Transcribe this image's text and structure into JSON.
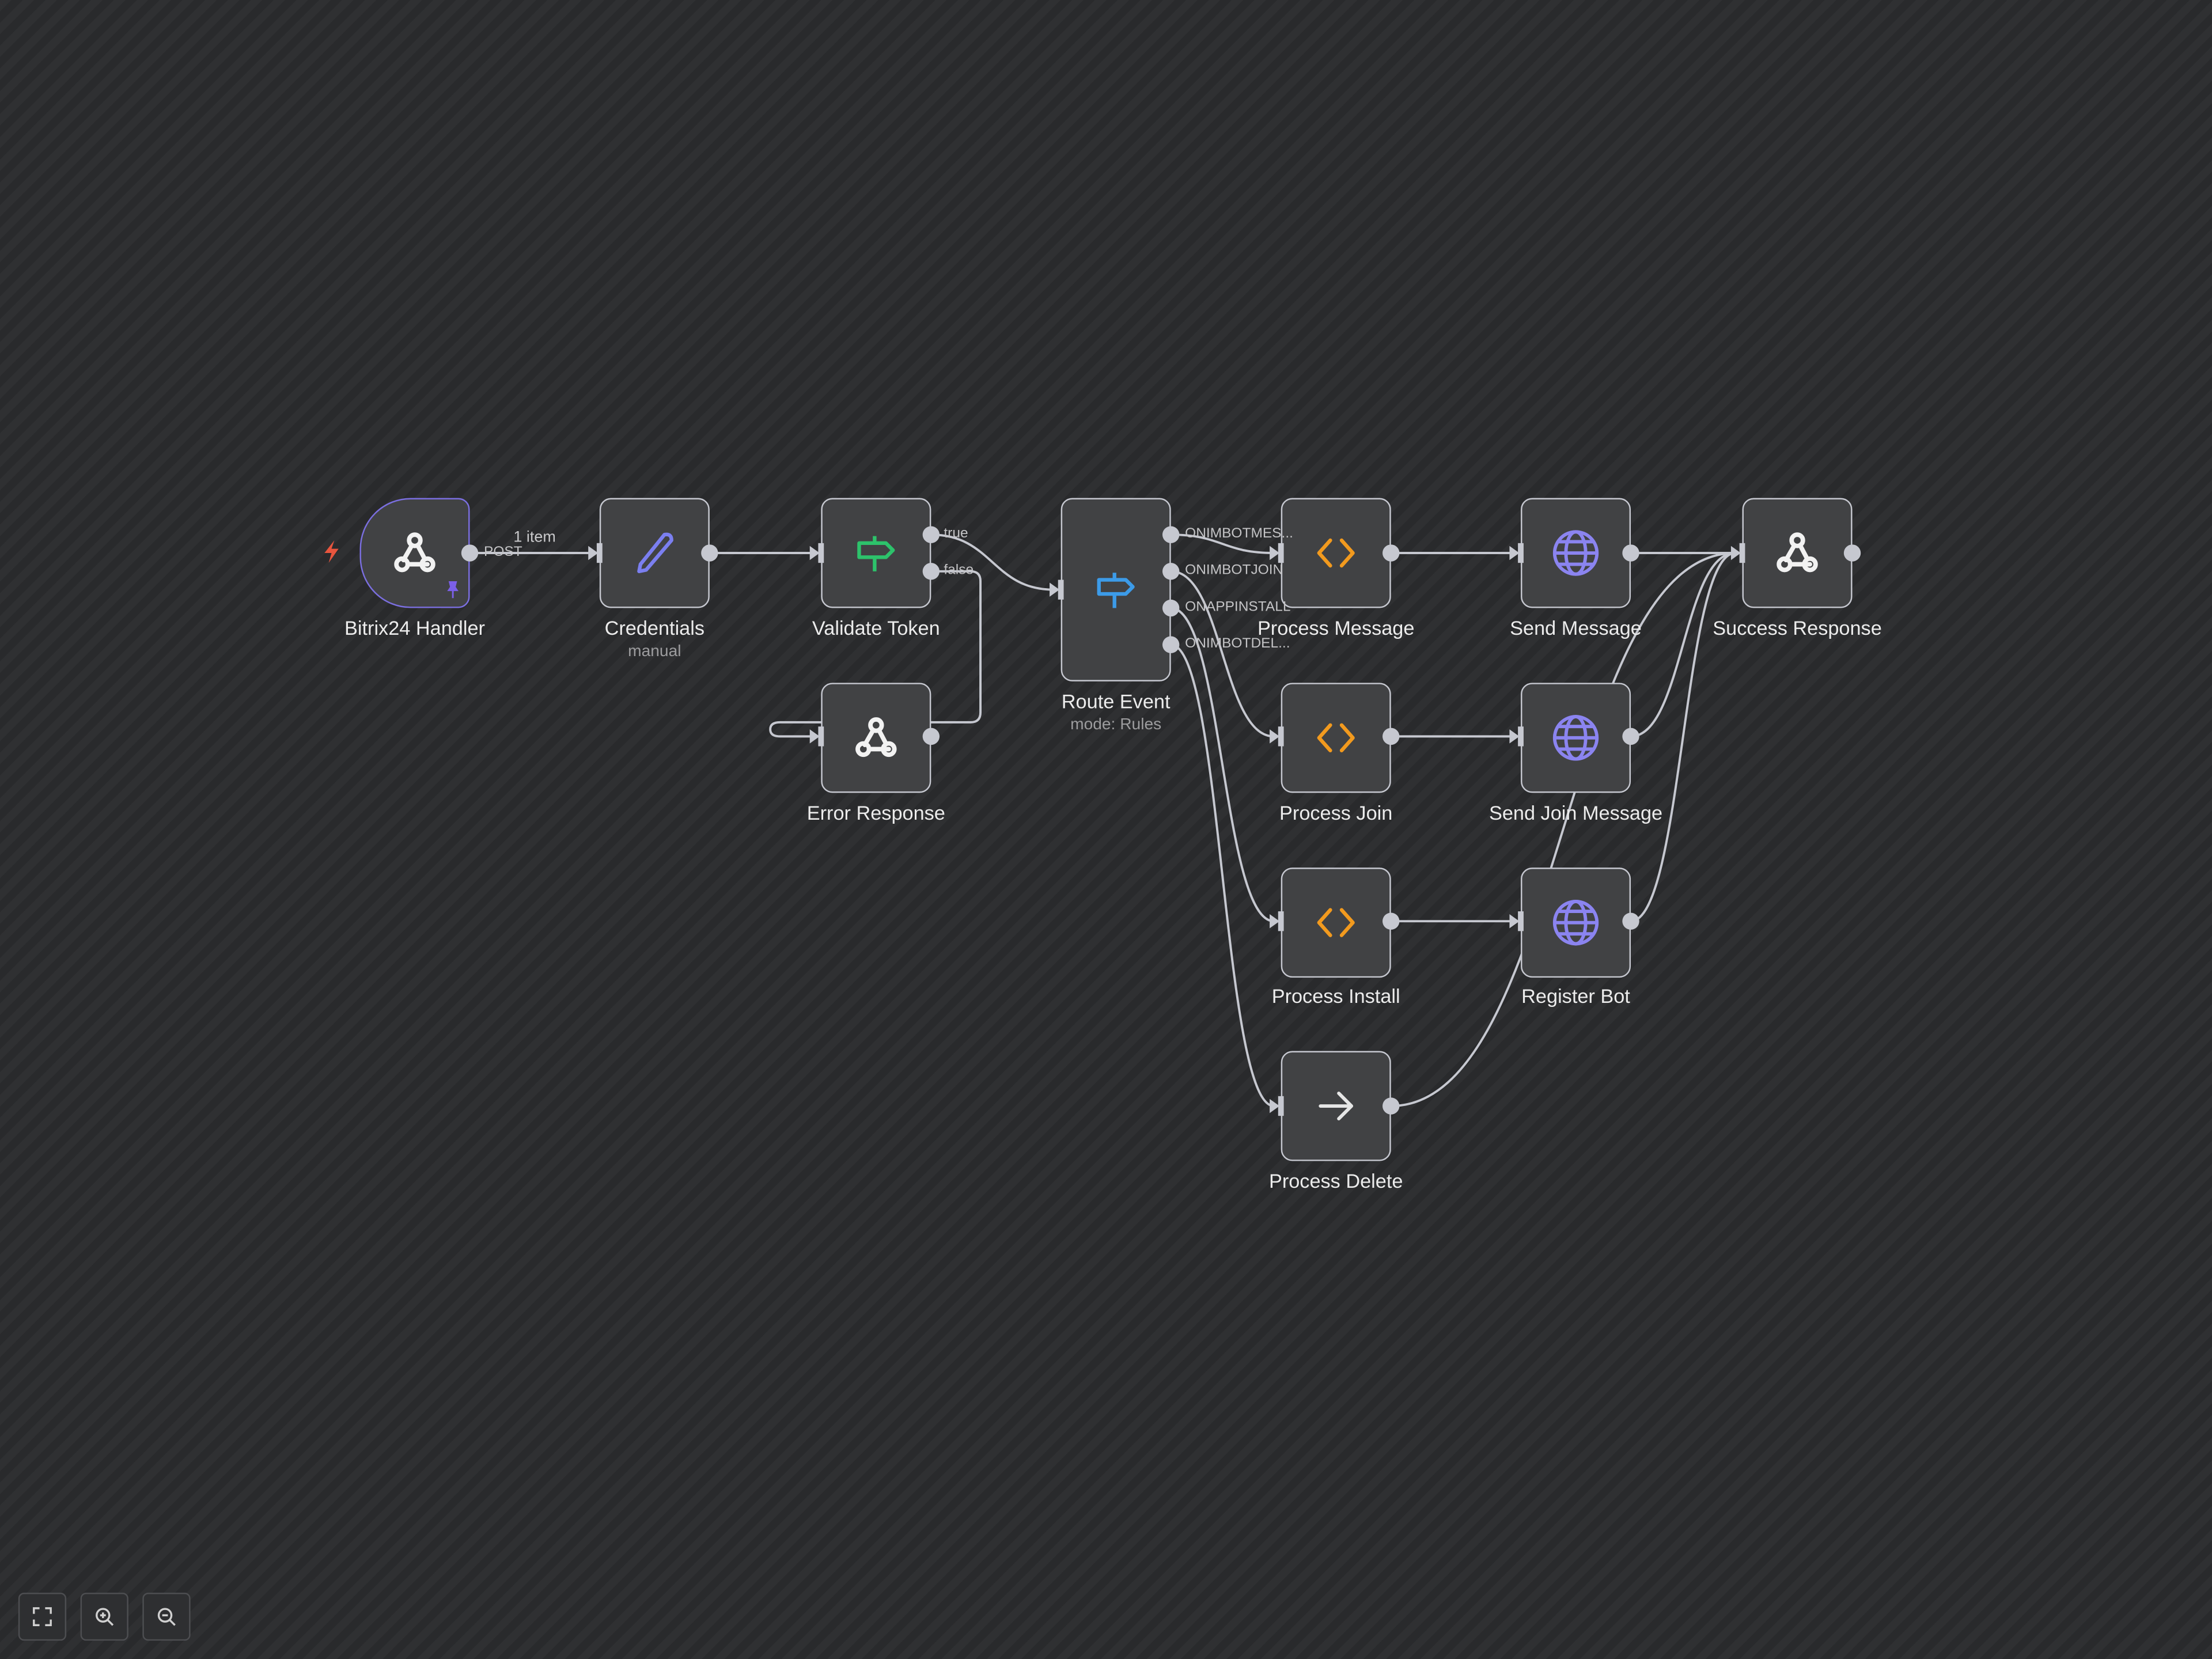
{
  "canvas": {
    "background": "#2d2e30",
    "node_fill": "#414244",
    "node_border": "#c6c8d0",
    "trigger_border": "#7b6fe0"
  },
  "nodes": {
    "bitrix": {
      "name": "Bitrix24 Handler",
      "icon": "webhook-icon",
      "output_label": "POST",
      "pinned": true,
      "trigger": true
    },
    "credentials": {
      "name": "Credentials",
      "subtitle": "manual",
      "icon": "pencil-icon",
      "icon_color": "#7b7ff0"
    },
    "validate": {
      "name": "Validate Token",
      "icon": "signpost-icon",
      "icon_color": "#2dc26b",
      "outputs": [
        "true",
        "false"
      ]
    },
    "error": {
      "name": "Error Response",
      "icon": "webhook-icon"
    },
    "route": {
      "name": "Route Event",
      "subtitle": "mode: Rules",
      "icon": "signpost-icon",
      "icon_color": "#3c9be8",
      "outputs": [
        "ONIMBOTMES...",
        "ONIMBOTJOIN",
        "ONAPPINSTALL",
        "ONIMBOTDEL..."
      ]
    },
    "proc_message": {
      "name": "Process Message",
      "icon": "code-icon",
      "icon_color": "#f29a1e"
    },
    "proc_join": {
      "name": "Process Join",
      "icon": "code-icon",
      "icon_color": "#f29a1e"
    },
    "proc_install": {
      "name": "Process Install",
      "icon": "code-icon",
      "icon_color": "#f29a1e"
    },
    "proc_delete": {
      "name": "Process Delete",
      "icon": "arrow-right-icon"
    },
    "send_message": {
      "name": "Send Message",
      "icon": "globe-icon",
      "icon_color": "#8b84f0"
    },
    "send_join": {
      "name": "Send Join Message",
      "icon": "globe-icon",
      "icon_color": "#8b84f0"
    },
    "register_bot": {
      "name": "Register Bot",
      "icon": "globe-icon",
      "icon_color": "#8b84f0"
    },
    "success": {
      "name": "Success Response",
      "icon": "webhook-icon"
    }
  },
  "edges": {
    "bitrix_to_credentials_label": "1 item"
  },
  "controls": [
    "fit-view",
    "zoom-in",
    "zoom-out"
  ],
  "trigger_color": "#e8553e"
}
